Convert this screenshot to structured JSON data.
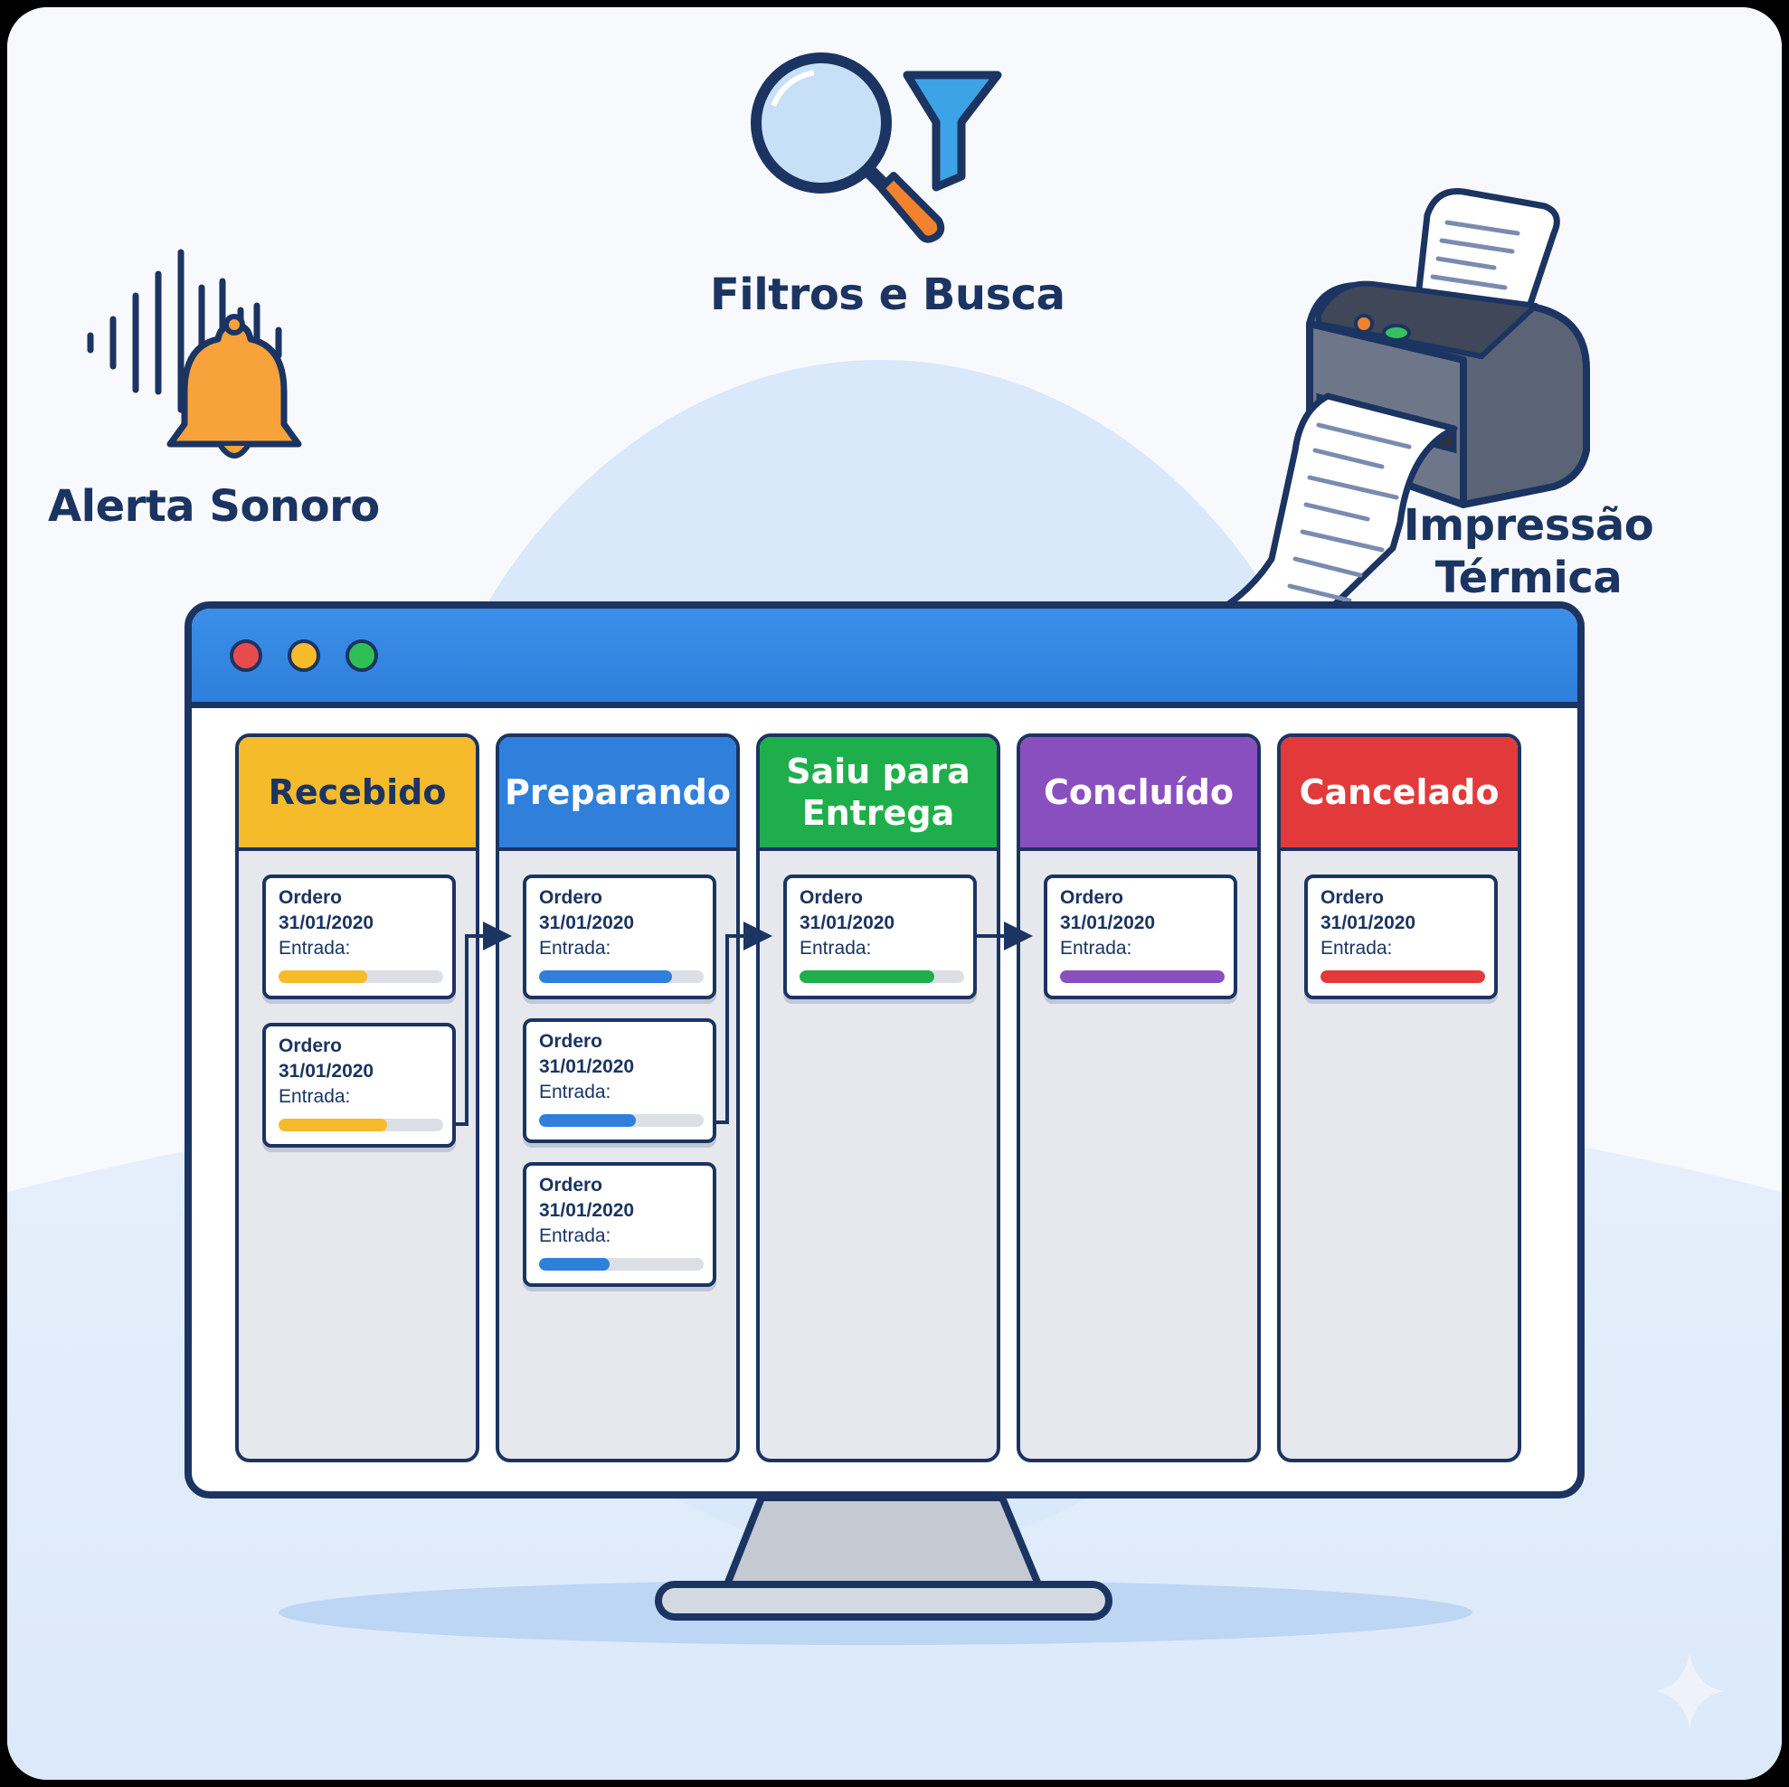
{
  "features": {
    "alert": {
      "label": "Alerta Sonoro",
      "icon": "bell-icon"
    },
    "search": {
      "label": "Filtros e Busca",
      "icon": "magnifier-icon",
      "icon2": "filter-icon"
    },
    "print": {
      "line1": "Impressão",
      "line2": "Térmica",
      "icon": "thermal-printer-icon"
    }
  },
  "board": {
    "columns": [
      {
        "title": "Recebido",
        "color": "#f5bb2b",
        "text_color": "#1b3461",
        "bar_color": "#f5bb2b",
        "cards": [
          {
            "title": "Ordero",
            "date": "31/01/2020",
            "label": "Entrada:",
            "progress": 0.54
          },
          {
            "title": "Ordero",
            "date": "31/01/2020",
            "label": "Entrada:",
            "progress": 0.66
          }
        ]
      },
      {
        "title": "Preparando",
        "color": "#2f7fdb",
        "text_color": "#ffffff",
        "bar_color": "#2f7fdb",
        "cards": [
          {
            "title": "Ordero",
            "date": "31/01/2020",
            "label": "Entrada:",
            "progress": 0.81
          },
          {
            "title": "Ordero",
            "date": "31/01/2020",
            "label": "Entrada:",
            "progress": 0.59
          },
          {
            "title": "Ordero",
            "date": "31/01/2020",
            "label": "Entrada:",
            "progress": 0.43
          }
        ]
      },
      {
        "title_line1": "Saiu para",
        "title_line2": "Entrega",
        "color": "#1fae4c",
        "text_color": "#ffffff",
        "bar_color": "#1fae4c",
        "cards": [
          {
            "title": "Ordero",
            "date": "31/01/2020",
            "label": "Entrada:",
            "progress": 0.82
          }
        ]
      },
      {
        "title": "Concluído",
        "color": "#8a4fbf",
        "text_color": "#ffffff",
        "bar_color": "#8a4fbf",
        "cards": [
          {
            "title": "Ordero",
            "date": "31/01/2020",
            "label": "Entrada:",
            "progress": 1.0
          }
        ]
      },
      {
        "title": "Cancelado",
        "color": "#e23a3a",
        "text_color": "#ffffff",
        "bar_color": "#e23a3a",
        "cards": [
          {
            "title": "Ordero",
            "date": "31/01/2020",
            "label": "Entrada:",
            "progress": 1.0
          }
        ]
      }
    ]
  },
  "window_buttons": {
    "close": "#e84b4b",
    "minimize": "#f5bb2b",
    "maximize": "#2fbf57"
  },
  "icons": {
    "window": "monitor-icon",
    "arrow": "flow-arrow-icon"
  }
}
